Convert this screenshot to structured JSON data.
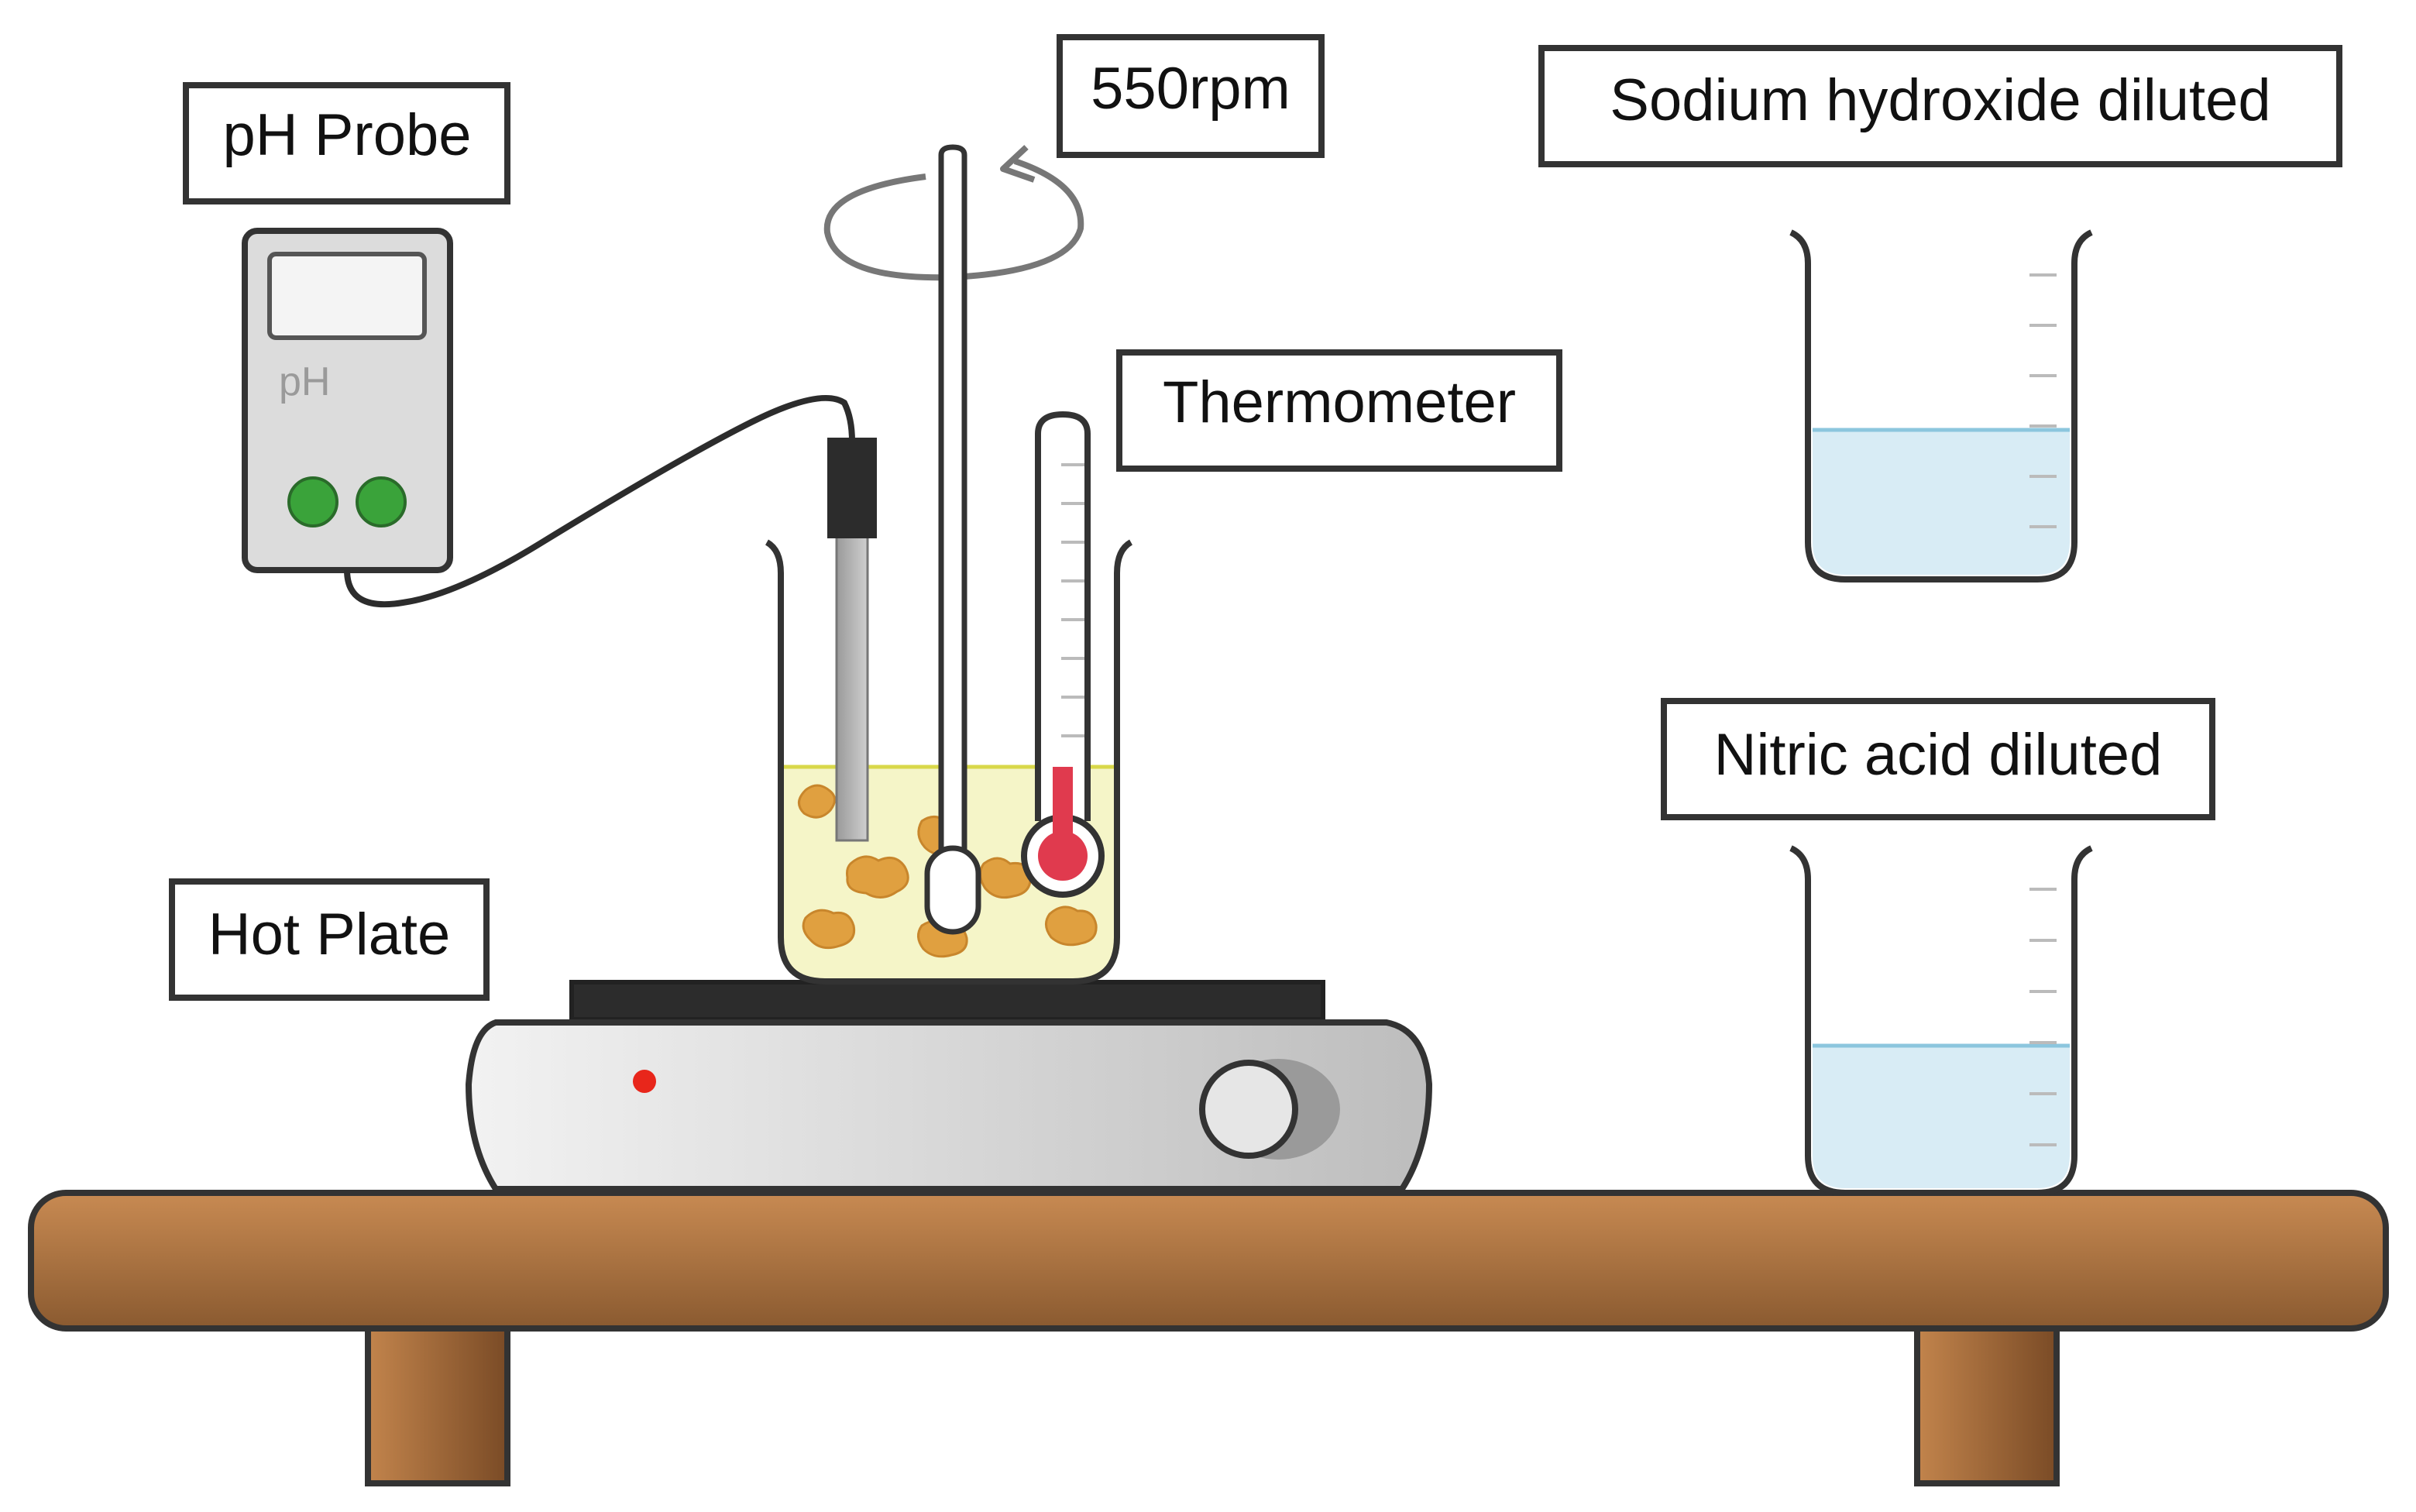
{
  "labels": {
    "ph_probe": "pH Probe",
    "rpm": "550rpm",
    "thermometer": "Thermometer",
    "hot_plate": "Hot Plate",
    "sodium_hydroxide": "Sodium hydroxide diluted",
    "nitric_acid": "Nitric acid diluted"
  },
  "ph_meter": {
    "screen_label": "pH"
  },
  "colors": {
    "outline": "#333333",
    "table_wood": "#b87a45",
    "table_wood_dark": "#7e4f28",
    "hot_plate_body": "#e2e2e2",
    "hot_plate_top": "#2c2c2c",
    "indicator_light": "#e8261b",
    "ph_button": "#3aa33a",
    "solution_yellow": "#f5f5c8",
    "solution_line": "#d9d84a",
    "particles": "#e0a040",
    "thermometer_red": "#e03a4e",
    "beaker_liquid": "#d8ecf5",
    "beaker_liquid_line": "#8cc6de"
  },
  "icons": {
    "rotation": "rotation-arrow-icon",
    "ph_meter": "ph-meter-icon",
    "thermometer": "thermometer-icon",
    "beaker": "beaker-icon",
    "hot_plate": "hot-plate-icon"
  }
}
